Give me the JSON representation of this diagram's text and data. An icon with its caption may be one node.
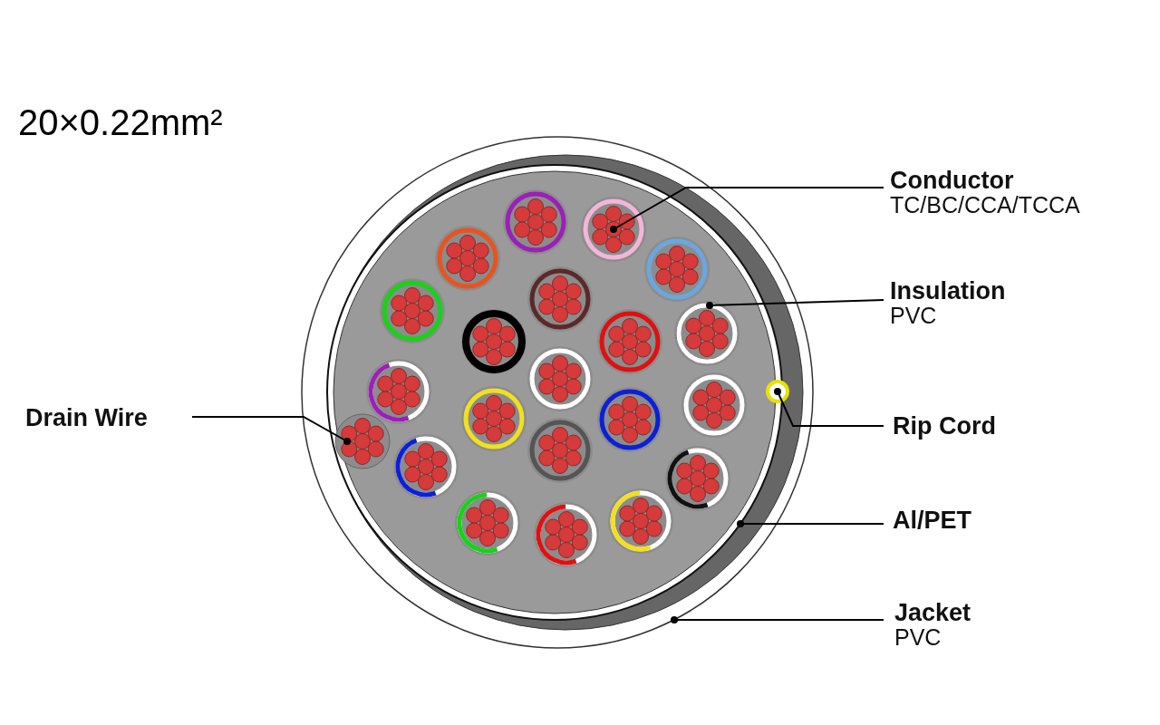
{
  "diagram": {
    "title": "20×0.22mm²",
    "nodes": [
      {
        "text": [
          "Conductor",
          "TC/BC/CCA/TCCA"
        ]
      },
      {
        "text": [
          "Insulation",
          "PVC"
        ]
      },
      {
        "text": [
          "Rip Cord"
        ]
      },
      {
        "text": [
          "Al/PET"
        ]
      },
      {
        "text": [
          "Jacket",
          "PVC"
        ]
      },
      {
        "text": [
          "Drain Wire"
        ]
      },
      {
        "text": [],
        "shape": "circle",
        "in": 10
      },
      {
        "text": [],
        "shape": "circle",
        "in": 10
      },
      {
        "text": [],
        "shape": "circle"
      },
      {
        "text": [],
        "shape": "circle",
        "in": 10
      },
      {
        "text": [],
        "shape": "circle",
        "in": 8
      },
      {
        "text": [],
        "shape": "circle",
        "in": 8
      }
    ],
    "edges": [
      {
        "from": 0,
        "to": 7,
        "arrow": "other"
      },
      {
        "from": 1,
        "to": 9,
        "arrow": "other"
      },
      {
        "from": 2,
        "to": 11,
        "arrow": "other"
      },
      {
        "from": 3,
        "to": 10,
        "arrow": "other"
      },
      {
        "from": 4,
        "to": 8,
        "arrow": "other"
      },
      {
        "from": 5,
        "to": 6,
        "arrow": "other"
      }
    ]
  }
}
